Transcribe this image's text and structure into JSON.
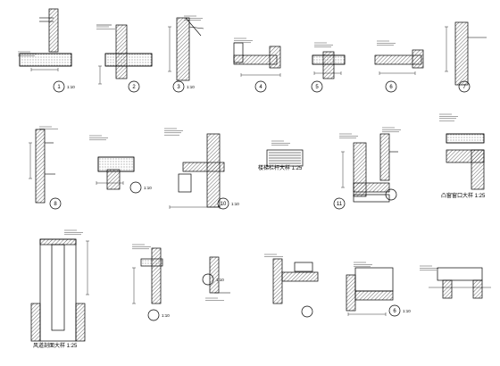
{
  "sheet": {
    "background": "#ffffff",
    "ink": "#000000",
    "hatch": "#444444"
  },
  "details": [
    {
      "id": "d1",
      "marker": "1",
      "scale": "1:10"
    },
    {
      "id": "d2",
      "marker": "2",
      "scale": ""
    },
    {
      "id": "d3",
      "marker": "3",
      "scale": "1:10"
    },
    {
      "id": "d4",
      "marker": "4",
      "scale": ""
    },
    {
      "id": "d5",
      "marker": "5",
      "scale": ""
    },
    {
      "id": "d6",
      "marker": "6",
      "scale": ""
    },
    {
      "id": "d7",
      "marker": "7",
      "scale": ""
    },
    {
      "id": "d8",
      "marker": "8",
      "scale": ""
    },
    {
      "id": "d9",
      "marker": "",
      "scale": "1:10"
    },
    {
      "id": "d10",
      "marker": "10",
      "scale": "1:10"
    },
    {
      "id": "d11",
      "marker": "",
      "scale": ""
    },
    {
      "id": "d12",
      "marker": "11",
      "scale": ""
    },
    {
      "id": "d13",
      "marker": "",
      "scale": ""
    },
    {
      "id": "d14",
      "marker": "",
      "scale": ""
    },
    {
      "id": "d15",
      "marker": "",
      "scale": ""
    },
    {
      "id": "d16",
      "marker": "",
      "scale": "1:10"
    },
    {
      "id": "d17",
      "marker": "",
      "scale": "1:10"
    },
    {
      "id": "d18",
      "marker": "",
      "scale": ""
    },
    {
      "id": "d19",
      "marker": "",
      "scale": ""
    },
    {
      "id": "d20",
      "marker": "6",
      "scale": "1:10"
    },
    {
      "id": "d21",
      "marker": "",
      "scale": ""
    }
  ],
  "captions": {
    "stair_detail": "楼梯栏杆大样 1:25",
    "window_detail": "凸窗窗口大样 1:25",
    "shaft_detail": "风道剖面大样 1:25"
  }
}
